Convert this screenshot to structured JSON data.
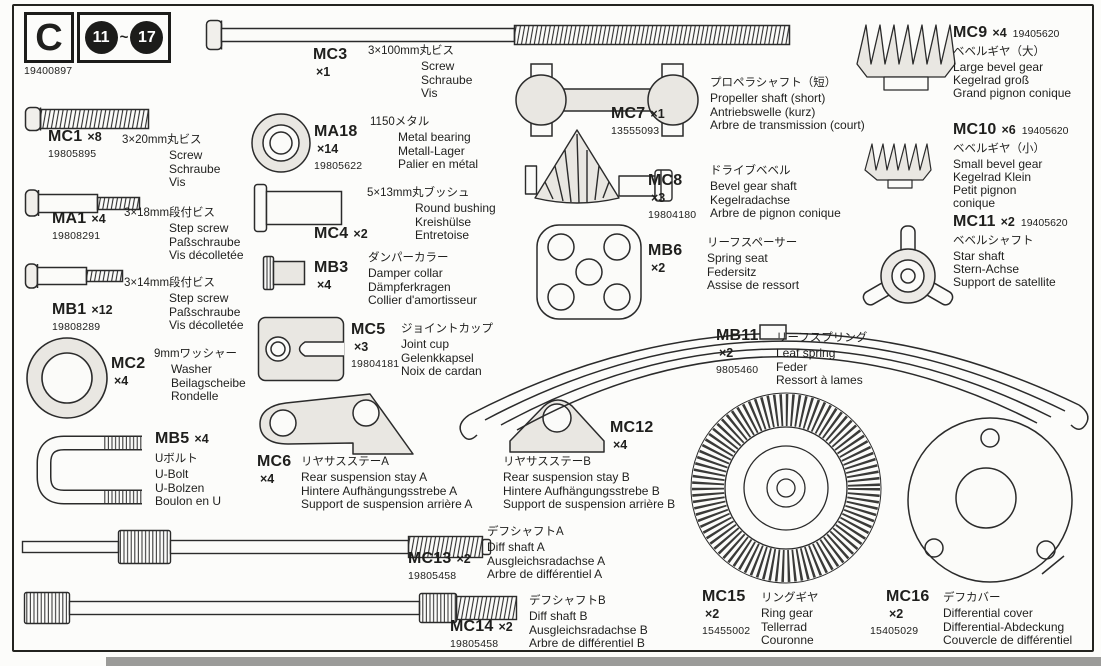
{
  "colors": {
    "ink": "#1f1f1d",
    "paper": "#fcfcfa",
    "part_fill": "#e9e7e2",
    "scan_strip": "#9b9b99"
  },
  "header": {
    "letter": "C",
    "from": "11",
    "to": "17",
    "tilde": "~",
    "part_no": "19400897"
  },
  "parts": {
    "mc3": {
      "code": "MC3",
      "qty": "×1",
      "pn": "",
      "jp": "3×100mm丸ビス",
      "en": "Screw",
      "de": "Schraube",
      "fr": "Vis"
    },
    "mc1": {
      "code": "MC1",
      "qty": "×8",
      "pn": "19805895",
      "jp": "3×20mm丸ビス",
      "en": "Screw",
      "de": "Schraube",
      "fr": "Vis"
    },
    "ma1": {
      "code": "MA1",
      "qty": "×4",
      "pn": "19808291",
      "jp": "3×18mm段付ビス",
      "en": "Step screw",
      "de": "Paßschraube",
      "fr": "Vis décolletée"
    },
    "mb1": {
      "code": "MB1",
      "qty": "×12",
      "pn": "19808289",
      "jp": "3×14mm段付ビス",
      "en": "Step screw",
      "de": "Paßschraube",
      "fr": "Vis décolletée"
    },
    "mc2": {
      "code": "MC2",
      "qty": "×4",
      "pn": "",
      "jp": "9mmワッシャー",
      "en": "Washer",
      "de": "Beilagscheibe",
      "fr": "Rondelle"
    },
    "mb5": {
      "code": "MB5",
      "qty": "×4",
      "pn": "",
      "jp": "Uボルト",
      "en": "U-Bolt",
      "de": "U-Bolzen",
      "fr": "Boulon en U"
    },
    "ma18": {
      "code": "MA18",
      "qty": "×14",
      "pn": "19805622",
      "jp": "1150メタル",
      "en": "Metal bearing",
      "de": "Metall-Lager",
      "fr": "Palier en métal"
    },
    "mc4": {
      "code": "MC4",
      "qty": "×2",
      "pn": "",
      "jp": "5×13mm丸ブッシュ",
      "en": "Round bushing",
      "de": "Kreishülse",
      "fr": "Entretoise"
    },
    "mb3": {
      "code": "MB3",
      "qty": "×4",
      "pn": "",
      "jp": "ダンパーカラー",
      "en": "Damper collar",
      "de": "Dämpferkragen",
      "fr": "Collier d'amortisseur"
    },
    "mc5": {
      "code": "MC5",
      "qty": "×3",
      "pn": "19804181",
      "jp": "ジョイントカップ",
      "en": "Joint cup",
      "de": "Gelenkkapsel",
      "fr": "Noix de cardan"
    },
    "mc6": {
      "code": "MC6",
      "qty": "×4",
      "pn": "",
      "jp": "リヤサスステーA",
      "en": "Rear suspension stay A",
      "de": "Hintere Aufhängungsstrebe A",
      "fr": "Support de suspension arrière A"
    },
    "mc12": {
      "code": "MC12",
      "qty": "×4",
      "pn": "",
      "jp": "リヤサスステーB",
      "en": "Rear suspension stay B",
      "de": "Hintere Aufhängungsstrebe B",
      "fr": "Support de suspension arrière B"
    },
    "mc7": {
      "code": "MC7",
      "qty": "×1",
      "pn": "13555093",
      "jp": "プロペラシャフト（短）",
      "en": "Propeller shaft (short)",
      "de": "Antriebswelle (kurz)",
      "fr": "Arbre de transmission (court)"
    },
    "mc8": {
      "code": "MC8",
      "qty": "×3",
      "pn": "19804180",
      "jp": "ドライブベベル",
      "en": "Bevel gear shaft",
      "de": "Kegelradachse",
      "fr": "Arbre de pignon conique"
    },
    "mb6": {
      "code": "MB6",
      "qty": "×2",
      "pn": "",
      "jp": "リーフスペーサー",
      "en": "Spring seat",
      "de": "Federsitz",
      "fr": "Assise de ressort"
    },
    "mb11": {
      "code": "MB11",
      "qty": "×2",
      "pn": "9805460",
      "jp": "リーフスプリング",
      "en": "Leaf spring",
      "de": "Feder",
      "fr": "Ressort à lames"
    },
    "mc9": {
      "code": "MC9",
      "qty": "×4",
      "pn": "19405620",
      "jp": "ベベルギヤ（大）",
      "en": "Large bevel gear",
      "de": "Kegelrad groß",
      "fr": "Grand pignon conique"
    },
    "mc10": {
      "code": "MC10",
      "qty": "×6",
      "pn": "19405620",
      "jp": "ベベルギヤ（小）",
      "en": "Small bevel gear",
      "de": "Kegelrad Klein",
      "fr": "Petit pignon",
      "fr2": "conique"
    },
    "mc11": {
      "code": "MC11",
      "qty": "×2",
      "pn": "19405620",
      "jp": "ベベルシャフト",
      "en": "Star shaft",
      "de": "Stern-Achse",
      "fr": "Support de satellite"
    },
    "mc13": {
      "code": "MC13",
      "qty": "×2",
      "pn": "19805458",
      "jp": "デフシャフトA",
      "en": "Diff shaft A",
      "de": "Ausgleichsradachse A",
      "fr": "Arbre de différentiel A"
    },
    "mc14": {
      "code": "MC14",
      "qty": "×2",
      "pn": "19805458",
      "jp": "デフシャフトB",
      "en": "Diff shaft B",
      "de": "Ausgleichsradachse B",
      "fr": "Arbre de différentiel B"
    },
    "mc15": {
      "code": "MC15",
      "qty": "×2",
      "pn": "15455002",
      "jp": "リングギヤ",
      "en": "Ring gear",
      "de": "Tellerrad",
      "fr": "Couronne"
    },
    "mc16": {
      "code": "MC16",
      "qty": "×2",
      "pn": "15405029",
      "jp": "デフカバー",
      "en": "Differential cover",
      "de": "Differential-Abdeckung",
      "fr": "Couvercle de différentiel"
    }
  }
}
